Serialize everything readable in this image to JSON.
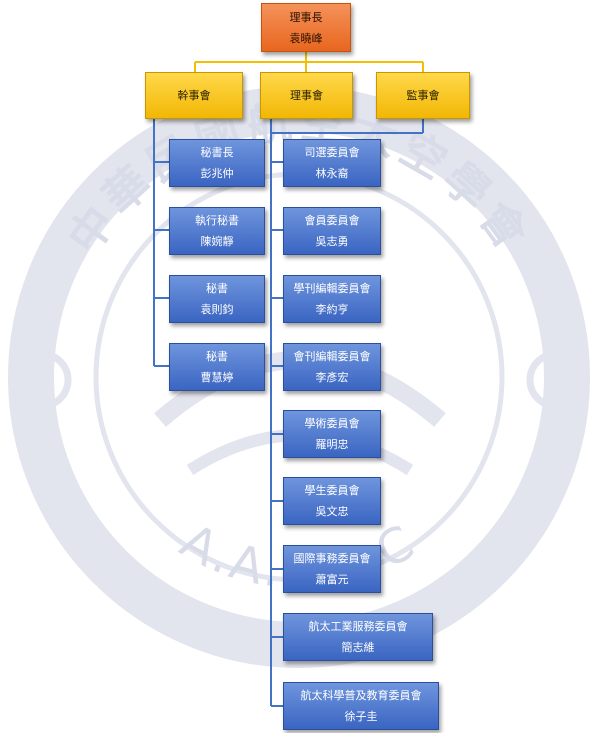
{
  "watermark": {
    "society_name": "中華民國航空太空學會",
    "initials": "A.A.S.R.C"
  },
  "colors": {
    "chair_fill": "#ec6d2a",
    "council_fill": "#f8c519",
    "member_fill": "#4472c4",
    "connector_line": "#f2c000",
    "member_line": "#4472c4",
    "watermark": "#e2e4ee"
  },
  "chair": {
    "title": "理事長",
    "name": "袁曉峰"
  },
  "councils": [
    {
      "label": "幹事會"
    },
    {
      "label": "理事會"
    },
    {
      "label": "監事會"
    }
  ],
  "secretariat": [
    {
      "title": "秘書長",
      "name": "彭兆仲"
    },
    {
      "title": "執行秘書",
      "name": "陳婉靜"
    },
    {
      "title": "秘書",
      "name": "袁則鈞"
    },
    {
      "title": "秘書",
      "name": "曹慧婷"
    }
  ],
  "committees": [
    {
      "title": "司選委員會",
      "name": "林永裔"
    },
    {
      "title": "會員委員會",
      "name": "吳志勇"
    },
    {
      "title": "學刊編輯委員會",
      "name": "李約亨"
    },
    {
      "title": "會刊編輯委員會",
      "name": "李彥宏"
    },
    {
      "title": "學術委員會",
      "name": "羅明忠"
    },
    {
      "title": "學生委員會",
      "name": "吳文忠"
    },
    {
      "title": "國際事務委員會",
      "name": "蕭富元"
    },
    {
      "title": "航太工業服務委員會",
      "name": "簡志維"
    },
    {
      "title": "航太科學普及教育委員會",
      "name": "徐子圭"
    }
  ]
}
